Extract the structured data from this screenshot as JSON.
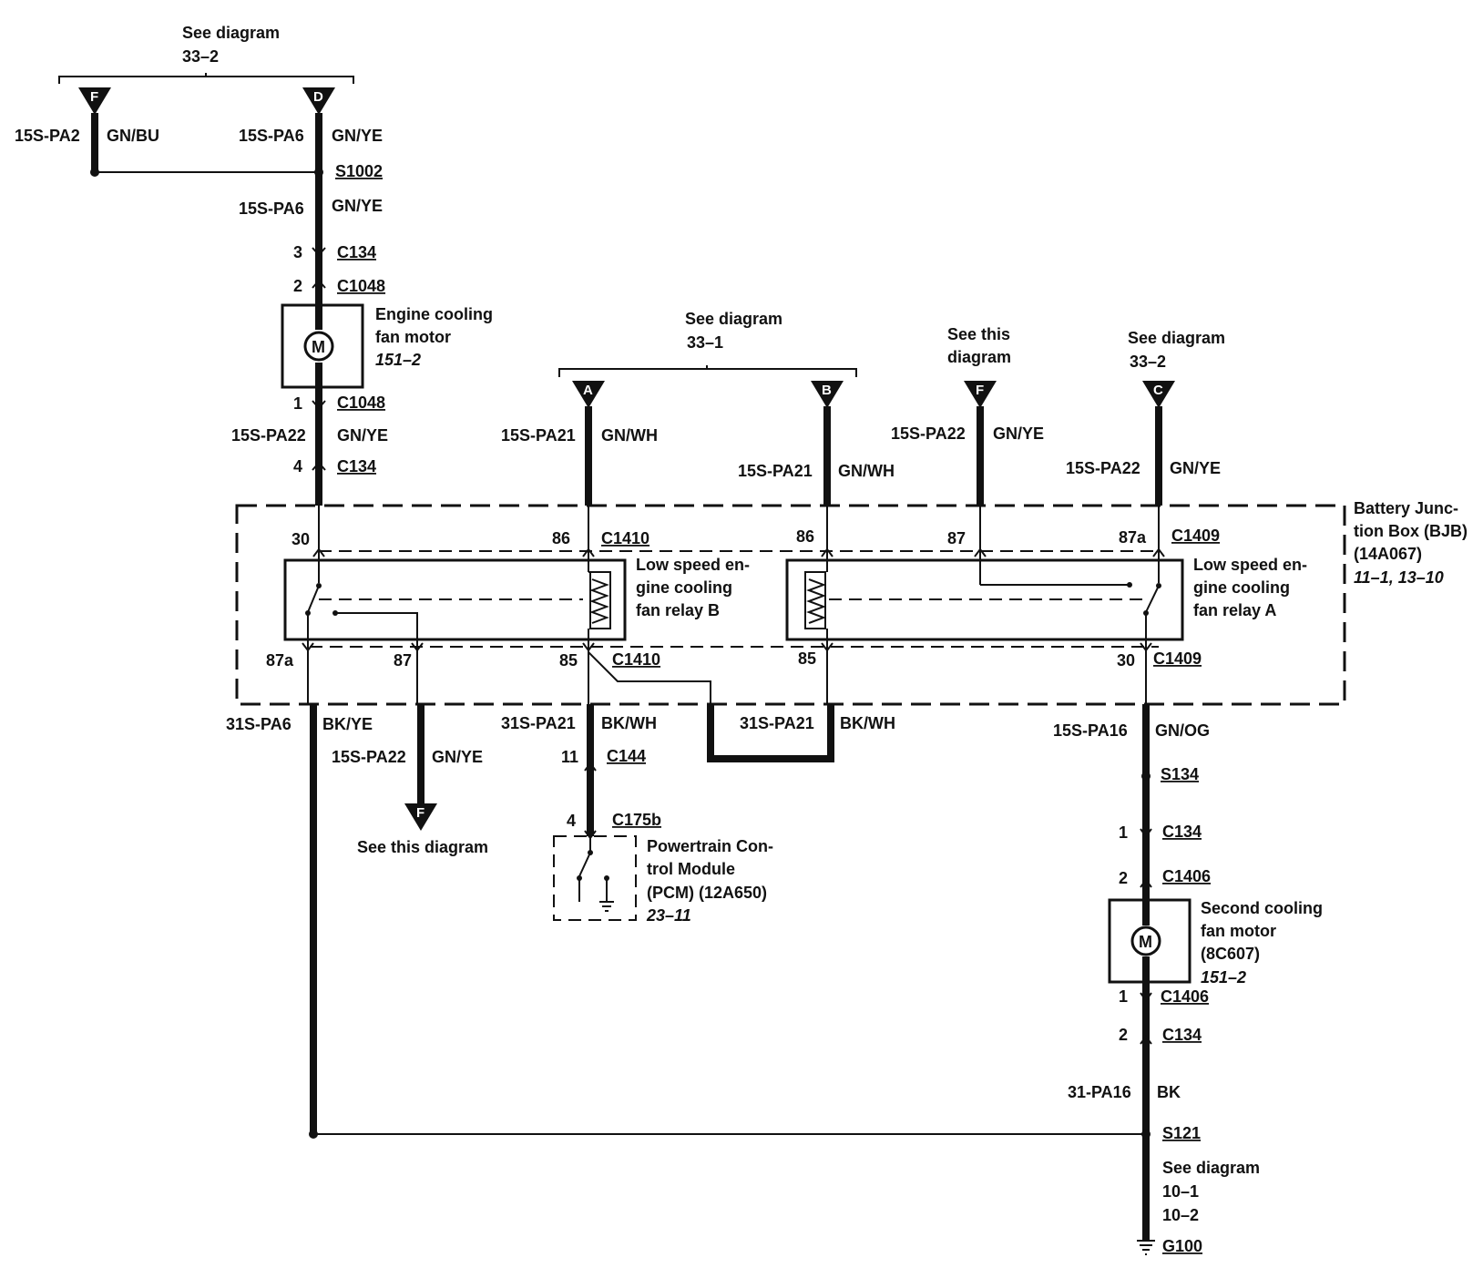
{
  "refs": {
    "top_left": {
      "line1": "See diagram",
      "line2": "33–2"
    },
    "mid": {
      "line1": "See diagram",
      "line2": "33–1"
    },
    "see_this_top": {
      "line1": "See this",
      "line2": "diagram"
    },
    "right_top": {
      "line1": "See diagram",
      "line2": "33–2"
    },
    "see_this_bottom": "See this diagram",
    "ground_ref": {
      "line1": "See diagram",
      "line2": "10–1",
      "line3": "10–2"
    }
  },
  "tri_letters": {
    "f1": "F",
    "d": "D",
    "a": "A",
    "b": "B",
    "f2": "F",
    "c": "C",
    "f3": "F"
  },
  "wires": {
    "pa2": {
      "circuit": "15S-PA2",
      "color": "GN/BU"
    },
    "pa6_top": {
      "circuit": "15S-PA6",
      "color": "GN/YE"
    },
    "pa6_mid": {
      "circuit": "15S-PA6",
      "color": "GN/YE"
    },
    "pa22_left": {
      "circuit": "15S-PA22",
      "color": "GN/YE"
    },
    "pa21_a": {
      "circuit": "15S-PA21",
      "color": "GN/WH"
    },
    "pa21_b": {
      "circuit": "15S-PA21",
      "color": "GN/WH"
    },
    "pa22_f": {
      "circuit": "15S-PA22",
      "color": "GN/YE"
    },
    "pa22_c": {
      "circuit": "15S-PA22",
      "color": "GN/YE"
    },
    "pa6_bot": {
      "circuit": "31S-PA6",
      "color": "BK/YE"
    },
    "pa22_bot": {
      "circuit": "15S-PA22",
      "color": "GN/YE"
    },
    "pa21_bk_left": {
      "circuit": "31S-PA21",
      "color": "BK/WH"
    },
    "pa21_bk_right": {
      "circuit": "31S-PA21",
      "color": "BK/WH"
    },
    "pa16": {
      "circuit": "15S-PA16",
      "color": "GN/OG"
    },
    "pa16_gnd": {
      "circuit": "31-PA16",
      "color": "BK"
    }
  },
  "connectors": {
    "s1002": "S1002",
    "c134_top": {
      "pin": "3",
      "name": "C134"
    },
    "c1048_top": {
      "pin": "2",
      "name": "C1048"
    },
    "c1048_bot": {
      "pin": "1",
      "name": "C1048"
    },
    "c134_mid": {
      "pin": "4",
      "name": "C134"
    },
    "c1410_86": {
      "pin": "86",
      "name": "C1410"
    },
    "pin30_b": "30",
    "pin86_a": "86",
    "pin87_a": "87",
    "c1409_87a": {
      "pin": "87a",
      "name": "C1409"
    },
    "pin87a_b": "87a",
    "pin87_b": "87",
    "c1410_85": {
      "pin": "85",
      "name": "C1410"
    },
    "pin85_a": "85",
    "c1409_30": {
      "pin": "30",
      "name": "C1409"
    },
    "c144": {
      "pin": "11",
      "name": "C144"
    },
    "c175b": {
      "pin": "4",
      "name": "C175b"
    },
    "s134": "S134",
    "c134_r1": {
      "pin": "1",
      "name": "C134"
    },
    "c1406_r2": {
      "pin": "2",
      "name": "C1406"
    },
    "c1406_r1": {
      "pin": "1",
      "name": "C1406"
    },
    "c134_r2": {
      "pin": "2",
      "name": "C134"
    },
    "s121": "S121",
    "g100": "G100"
  },
  "components": {
    "engine_fan": {
      "line1": "Engine cooling",
      "line2": "fan motor",
      "ref": "151–2",
      "symbol": "M"
    },
    "relay_b": {
      "line1": "Low speed en-",
      "line2": "gine cooling",
      "line3": "fan relay B"
    },
    "relay_a": {
      "line1": "Low speed en-",
      "line2": "gine cooling",
      "line3": "fan relay A"
    },
    "bjb": {
      "line1": "Battery Junc-",
      "line2": "tion Box (BJB)",
      "line3": "(14A067)",
      "ref": "11–1, 13–10"
    },
    "pcm": {
      "line1": "Powertrain Con-",
      "line2": "trol Module",
      "line3": "(PCM) (12A650)",
      "ref": "23–11"
    },
    "second_fan": {
      "line1": "Second cooling",
      "line2": "fan motor",
      "line3": "(8C607)",
      "ref": "151–2",
      "symbol": "M"
    }
  }
}
